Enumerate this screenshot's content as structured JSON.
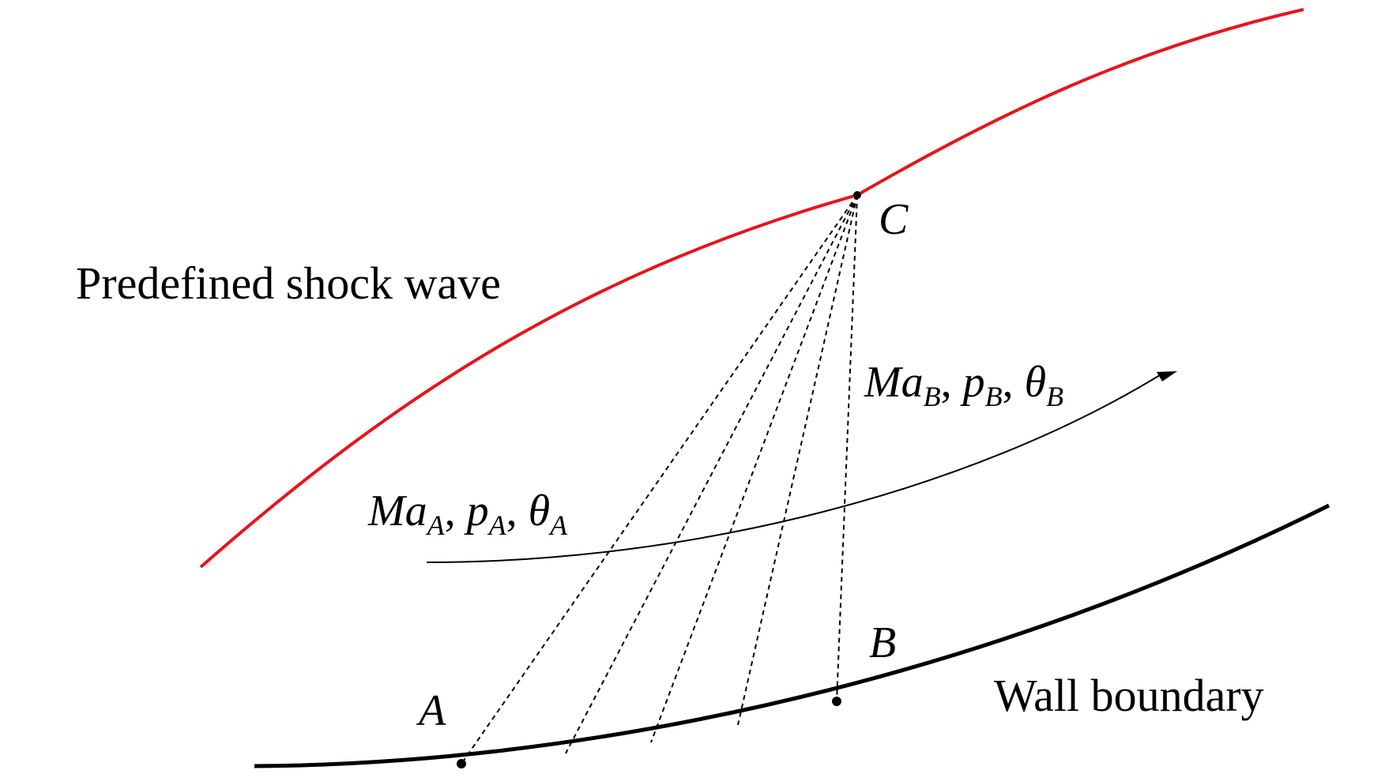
{
  "labels": {
    "shock_wave": "Predefined shock wave",
    "wall": "Wall boundary",
    "point_a": "A",
    "point_b": "B",
    "point_c": "C"
  },
  "flow_a": {
    "ma": "Ma",
    "ma_sub": "A",
    "sep1": ", ",
    "p": "p",
    "p_sub": "A",
    "sep2": ", ",
    "theta": "θ",
    "theta_sub": "A"
  },
  "flow_b": {
    "ma": "Ma",
    "ma_sub": "B",
    "sep1": ", ",
    "p": "p",
    "p_sub": "B",
    "sep2": ", ",
    "theta": "θ",
    "theta_sub": "B"
  },
  "colors": {
    "shock_wave": "#e8141a",
    "wall": "#000000",
    "streamline": "#000000",
    "characteristics": "#000000"
  }
}
